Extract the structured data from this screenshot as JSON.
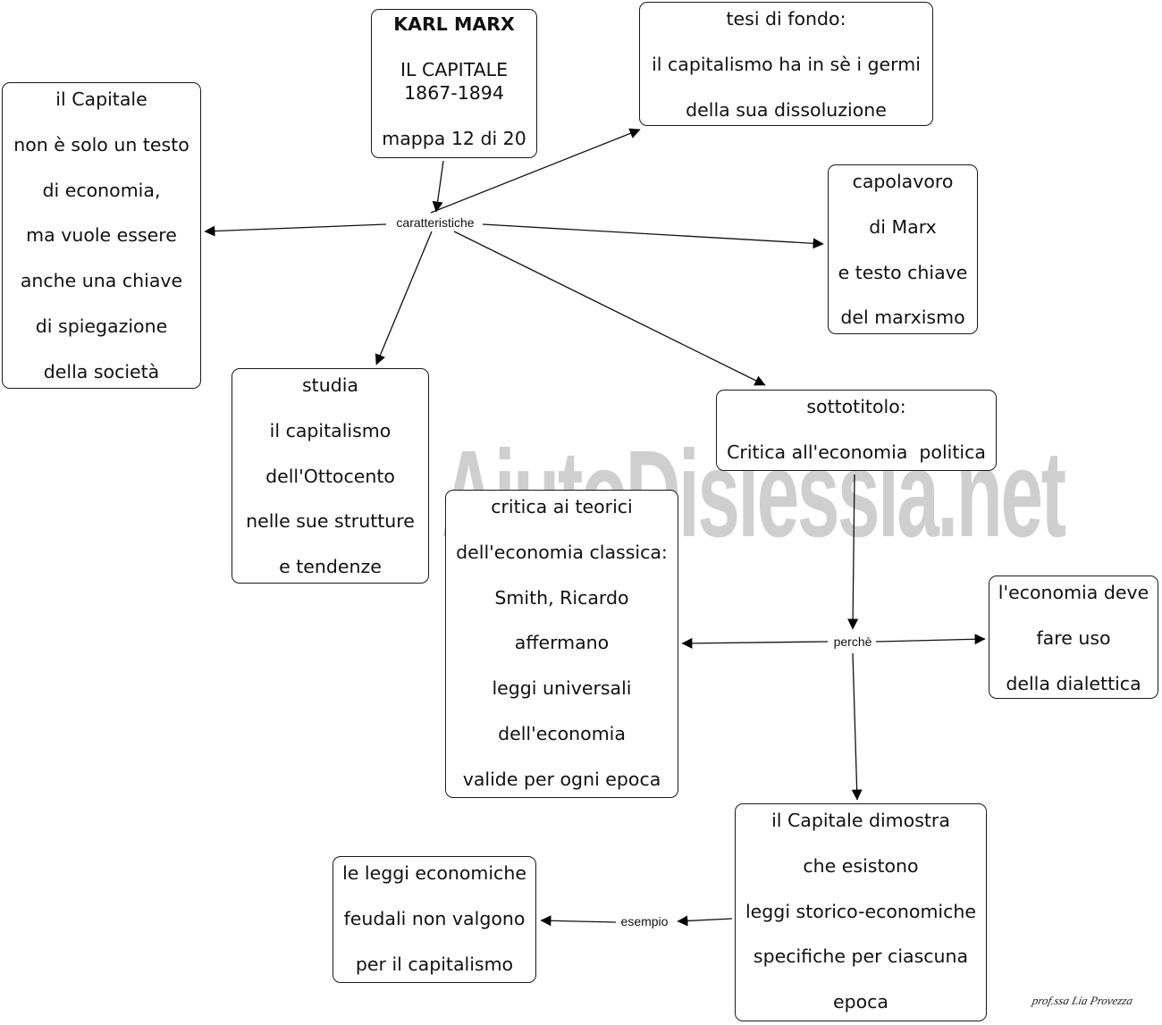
{
  "watermark": "By AiutoDislessia.net",
  "signature": "prof.ssa Lia Provezza",
  "nodes": {
    "karl_marx": {
      "title": "KARL MARX",
      "line1": "IL CAPITALE",
      "line2": "1867-1894",
      "line3": "mappa 12 di 20"
    },
    "il_capitale": {
      "lines": [
        "il Capitale",
        "non è solo un testo",
        "di economia,",
        "ma vuole essere",
        "anche una chiave",
        "di spiegazione",
        "della società"
      ]
    },
    "tesi": {
      "lines": [
        "tesi di fondo:",
        "il capitalismo ha in sè i germi",
        "della sua dissoluzione"
      ]
    },
    "capolavoro": {
      "lines": [
        "capolavoro",
        "di Marx",
        "e testo chiave",
        "del marxismo"
      ]
    },
    "studia": {
      "lines": [
        "studia",
        "il capitalismo",
        "dell'Ottocento",
        "nelle sue strutture",
        "e tendenze"
      ]
    },
    "sottotitolo": {
      "lines": [
        "sottotitolo:",
        "Critica all'economia  politica"
      ]
    },
    "critica": {
      "lines": [
        "critica ai teorici",
        "dell'economia classica:",
        "Smith, Ricardo",
        "affermano",
        "leggi universali",
        "dell'economia",
        "valide per ogni epoca"
      ]
    },
    "dialettica": {
      "lines": [
        "l'economia deve",
        "fare uso",
        "della dialettica"
      ]
    },
    "dimostra": {
      "lines": [
        "il Capitale dimostra",
        "che esistono",
        "leggi storico-economiche",
        "specifiche per ciascuna",
        "epoca"
      ]
    },
    "feudali": {
      "lines": [
        "le leggi economiche",
        "feudali non valgono",
        "per il capitalismo"
      ]
    }
  },
  "links": {
    "caratteristiche": "caratteristiche",
    "perche": "perchè",
    "esempio": "esempio"
  }
}
